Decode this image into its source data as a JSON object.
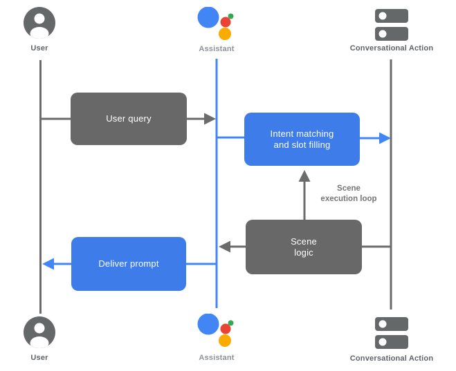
{
  "actors": {
    "user": {
      "label": "User"
    },
    "assistant": {
      "label": "Assistant"
    },
    "conversational_action": {
      "label": "Conversational Action"
    }
  },
  "boxes": {
    "user_query": {
      "label": "User query"
    },
    "intent_matching": {
      "line1": "Intent matching",
      "line2": "and slot filling"
    },
    "scene_logic": {
      "line1": "Scene",
      "line2": "logic"
    },
    "deliver_prompt": {
      "label": "Deliver prompt"
    }
  },
  "annotations": {
    "scene_execution_loop": {
      "line1": "Scene",
      "line2": "execution loop"
    }
  },
  "icons": {
    "user": "user-avatar-icon",
    "assistant": "google-assistant-icon",
    "conversational_action": "server-stack-icon"
  },
  "colors": {
    "flow_blue": "#3E7CE9",
    "flow_gray": "#686868",
    "line_gray": "#6B6B6B",
    "lifeline_blue": "#4285F4",
    "label_dark_gray": "#5F6368",
    "label_light_gray": "#8E9297",
    "annotation_gray": "#757575",
    "assistant_logo_blue": "#4285F4",
    "assistant_logo_red": "#EA4335",
    "assistant_logo_green": "#34A853",
    "assistant_logo_yellow": "#F9AB00"
  }
}
